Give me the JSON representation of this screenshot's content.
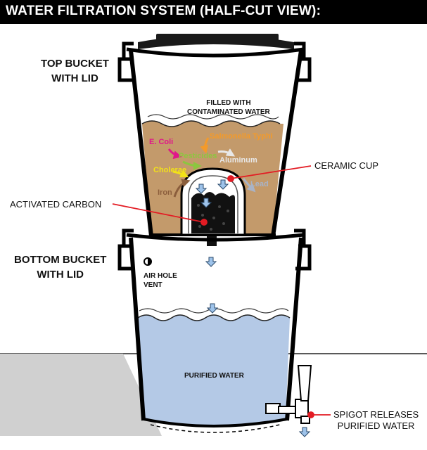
{
  "title": "WATER FILTRATION SYSTEM (HALF-CUT VIEW):",
  "labels": {
    "top_bucket": [
      "TOP BUCKET",
      "WITH LID"
    ],
    "bottom_bucket": [
      "BOTTOM BUCKET",
      "WITH LID"
    ],
    "ceramic_cup": "CERAMIC CUP",
    "activated_carbon": "ACTIVATED CARBON",
    "spigot": [
      "SPIGOT RELEASES",
      "PURIFIED WATER"
    ],
    "contaminated_water": [
      "FILLED WITH",
      "CONTAMINATED WATER"
    ],
    "air_hole": [
      "AIR HOLE",
      "VENT"
    ],
    "purified_water": "PURIFIED WATER"
  },
  "contaminants": [
    {
      "text": "E. Coli",
      "color": "#e0168a"
    },
    {
      "text": "Salmonella Typhi",
      "color": "#f39a2a"
    },
    {
      "text": "Pesticides",
      "color": "#8cc63f"
    },
    {
      "text": "Aluminum",
      "color": "#e8e8e8"
    },
    {
      "text": "Cholerae",
      "color": "#f2e218"
    },
    {
      "text": "Iron",
      "color": "#8b5e3c"
    },
    {
      "text": "Lead",
      "color": "#a9b3c6"
    }
  ],
  "colors": {
    "contaminated_water": "#c39a6b",
    "purified_water": "#b4c9e6",
    "outline": "#000000",
    "leader_dot": "#e31b23",
    "arrow_fill": "#9ec3ea"
  }
}
